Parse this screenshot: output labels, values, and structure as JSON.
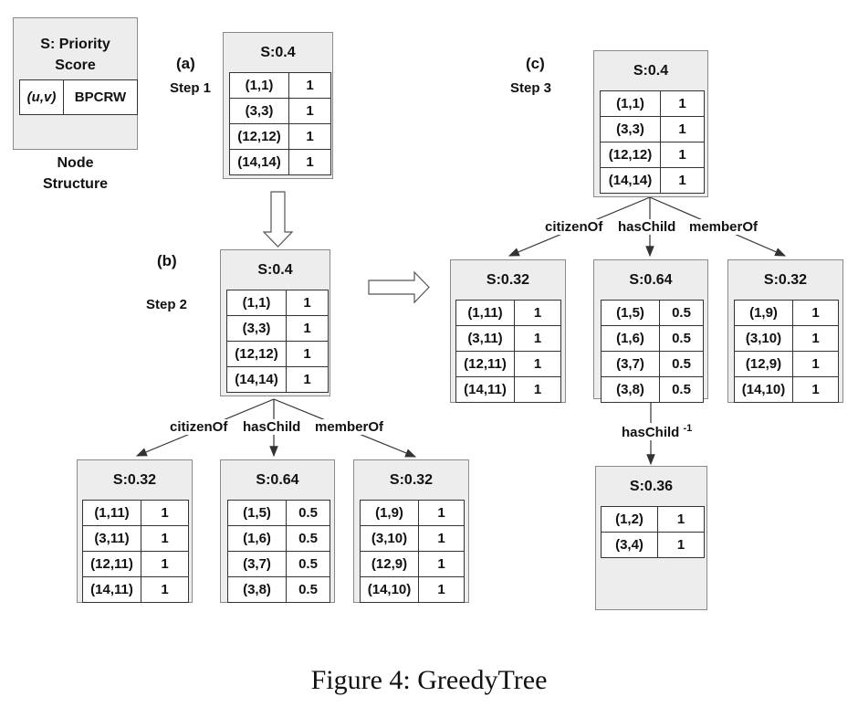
{
  "legend": {
    "title_line1": "S: Priority",
    "title_line2": "Score",
    "pair": "(u,v)",
    "value": "BPCRW",
    "caption_line1": "Node",
    "caption_line2": "Structure"
  },
  "steps": {
    "a_label": "(a)",
    "a_step": "Step 1",
    "b_label": "(b)",
    "b_step": "Step 2",
    "c_label": "(c)",
    "c_step": "Step 3"
  },
  "edges": {
    "citizenOf": "citizenOf",
    "hasChild": "hasChild",
    "memberOf": "memberOf",
    "hasChild_inv": "hasChild",
    "hasChild_inv_sup": "-1"
  },
  "nodes": {
    "a_root": {
      "score": "S:0.4",
      "rows": [
        [
          "(1,1)",
          "1"
        ],
        [
          "(3,3)",
          "1"
        ],
        [
          "(12,12)",
          "1"
        ],
        [
          "(14,14)",
          "1"
        ]
      ]
    },
    "b_root": {
      "score": "S:0.4",
      "rows": [
        [
          "(1,1)",
          "1"
        ],
        [
          "(3,3)",
          "1"
        ],
        [
          "(12,12)",
          "1"
        ],
        [
          "(14,14)",
          "1"
        ]
      ]
    },
    "b_citizen": {
      "score": "S:0.32",
      "rows": [
        [
          "(1,11)",
          "1"
        ],
        [
          "(3,11)",
          "1"
        ],
        [
          "(12,11)",
          "1"
        ],
        [
          "(14,11)",
          "1"
        ]
      ]
    },
    "b_child": {
      "score": "S:0.64",
      "rows": [
        [
          "(1,5)",
          "0.5"
        ],
        [
          "(1,6)",
          "0.5"
        ],
        [
          "(3,7)",
          "0.5"
        ],
        [
          "(3,8)",
          "0.5"
        ]
      ]
    },
    "b_member": {
      "score": "S:0.32",
      "rows": [
        [
          "(1,9)",
          "1"
        ],
        [
          "(3,10)",
          "1"
        ],
        [
          "(12,9)",
          "1"
        ],
        [
          "(14,10)",
          "1"
        ]
      ]
    },
    "c_root": {
      "score": "S:0.4",
      "rows": [
        [
          "(1,1)",
          "1"
        ],
        [
          "(3,3)",
          "1"
        ],
        [
          "(12,12)",
          "1"
        ],
        [
          "(14,14)",
          "1"
        ]
      ]
    },
    "c_citizen": {
      "score": "S:0.32",
      "rows": [
        [
          "(1,11)",
          "1"
        ],
        [
          "(3,11)",
          "1"
        ],
        [
          "(12,11)",
          "1"
        ],
        [
          "(14,11)",
          "1"
        ]
      ]
    },
    "c_child": {
      "score": "S:0.64",
      "rows": [
        [
          "(1,5)",
          "0.5"
        ],
        [
          "(1,6)",
          "0.5"
        ],
        [
          "(3,7)",
          "0.5"
        ],
        [
          "(3,8)",
          "0.5"
        ]
      ]
    },
    "c_member": {
      "score": "S:0.32",
      "rows": [
        [
          "(1,9)",
          "1"
        ],
        [
          "(3,10)",
          "1"
        ],
        [
          "(12,9)",
          "1"
        ],
        [
          "(14,10)",
          "1"
        ]
      ]
    },
    "c_inv": {
      "score": "S:0.36",
      "rows": [
        [
          "(1,2)",
          "1"
        ],
        [
          "(3,4)",
          "1"
        ]
      ]
    }
  },
  "caption": "Figure 4: GreedyTree"
}
